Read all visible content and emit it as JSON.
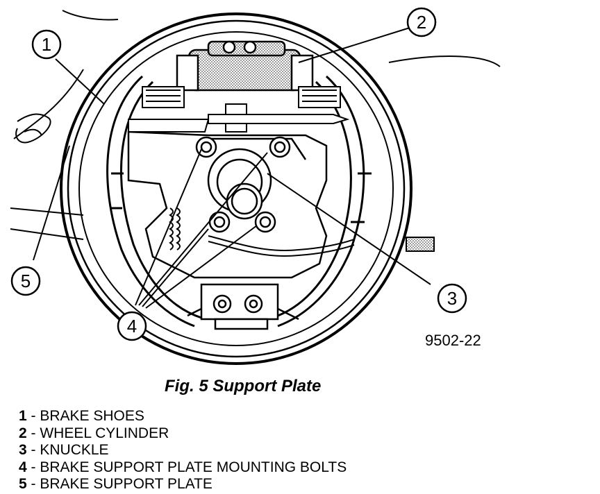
{
  "figure": {
    "id": "9502-22",
    "caption": "Fig. 5 Support Plate"
  },
  "callouts": [
    "1",
    "2",
    "3",
    "4",
    "5"
  ],
  "legend": [
    {
      "num": "1",
      "text": " - BRAKE SHOES"
    },
    {
      "num": "2",
      "text": " - WHEEL CYLINDER"
    },
    {
      "num": "3",
      "text": " - KNUCKLE"
    },
    {
      "num": "4",
      "text": " - BRAKE SUPPORT PLATE MOUNTING BOLTS"
    },
    {
      "num": "5",
      "text": " - BRAKE SUPPORT PLATE"
    }
  ],
  "colors": {
    "ink": "#000000",
    "paper": "#ffffff",
    "stipple": "#9a9a9a"
  }
}
